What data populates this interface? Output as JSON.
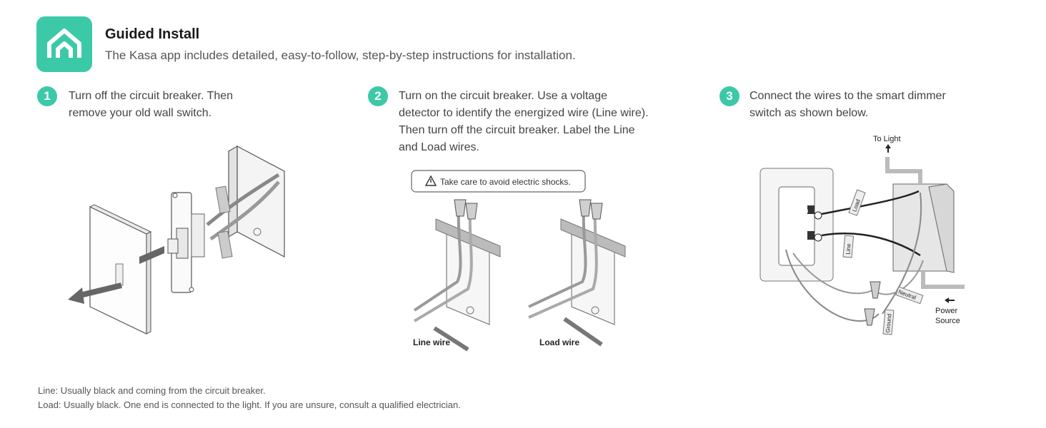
{
  "header": {
    "title": "Guided Install",
    "subtitle": "The Kasa app includes detailed, easy-to-follow, step-by-step instructions for installation."
  },
  "steps": [
    {
      "number": "1",
      "text_lines": [
        "Turn off the circuit breaker. Then",
        "remove your old wall switch."
      ]
    },
    {
      "number": "2",
      "text_lines": [
        "Turn on the circuit breaker. Use a voltage",
        "detector to identify the energized wire (Line wire).",
        "Then turn off the circuit breaker. Label the Line",
        "and Load wires."
      ]
    },
    {
      "number": "3",
      "text_lines": [
        "Connect the wires to the smart dimmer",
        "switch as shown below."
      ]
    }
  ],
  "step2_diagram": {
    "warning": "Take care to avoid electric shocks.",
    "label_left": "Line wire",
    "label_right": "Load wire"
  },
  "step3_diagram": {
    "to_light": "To Light",
    "power_source_line1": "Power",
    "power_source_line2": "Source",
    "tag_load": "Load",
    "tag_line": "Line",
    "tag_neutral": "Neutral",
    "tag_ground": "Ground",
    "switch_label_load": "Load",
    "switch_label_line": "Line"
  },
  "notes": {
    "line": "Line: Usually black and coming from the circuit breaker.",
    "load": "Load: Usually black. One end is connected to the light. If you are unsure, consult a qualified electrician."
  },
  "colors": {
    "accent": "#3cc9a8"
  },
  "icons": {
    "app": "kasa-house-icon",
    "warning": "warning-triangle-icon"
  }
}
